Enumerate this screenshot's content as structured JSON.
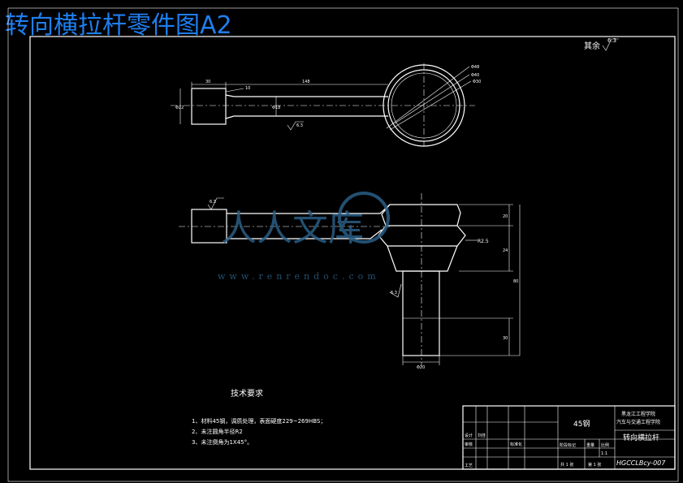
{
  "title": "转向横拉杆零件图A2",
  "roughness_rest": {
    "label": "其余",
    "value": "6.3"
  },
  "top_view": {
    "dim_left": "30",
    "dim_small": "10",
    "dim_main": "148",
    "dim_dia_left": "Φ22",
    "dim_dia_rod": "Φ18",
    "roughness": "6.3",
    "ring_labels": [
      "Φ48",
      "Φ40",
      "Φ30"
    ]
  },
  "front_view": {
    "roughness_left": "6.3",
    "dim_r": "R2.5",
    "dim_height_top": "20",
    "dim_height_mid": "24",
    "dim_total": "80",
    "dim_lower": "30",
    "dim_bottom_dia": "Φ20",
    "roughness_shank": "6.3"
  },
  "watermark": {
    "text": "人人文库",
    "url": "www.renrendoc.com"
  },
  "tech": {
    "heading": "技术要求",
    "items": [
      "1、材料45钢，调质处理，表面硬度229~269HBS；",
      "2、未注圆角半径R2",
      "3、未注倒角为1X45°。"
    ]
  },
  "title_block": {
    "material": "45钢",
    "school_line1": "黑龙江工程学院",
    "school_line2": "汽车与交通工程学院",
    "part_name": "转向横拉杆",
    "drawing_no": "HGCCLBcy-007",
    "row_labels": [
      "设计",
      "审核",
      "工艺"
    ],
    "designer": "刘佳",
    "std": "标准化",
    "stage": "阶段标记",
    "weight": "重量",
    "scale": "比例",
    "scale_value": "1:1",
    "sheet_total": "共 1 张",
    "sheet_no": "第 1 张"
  }
}
